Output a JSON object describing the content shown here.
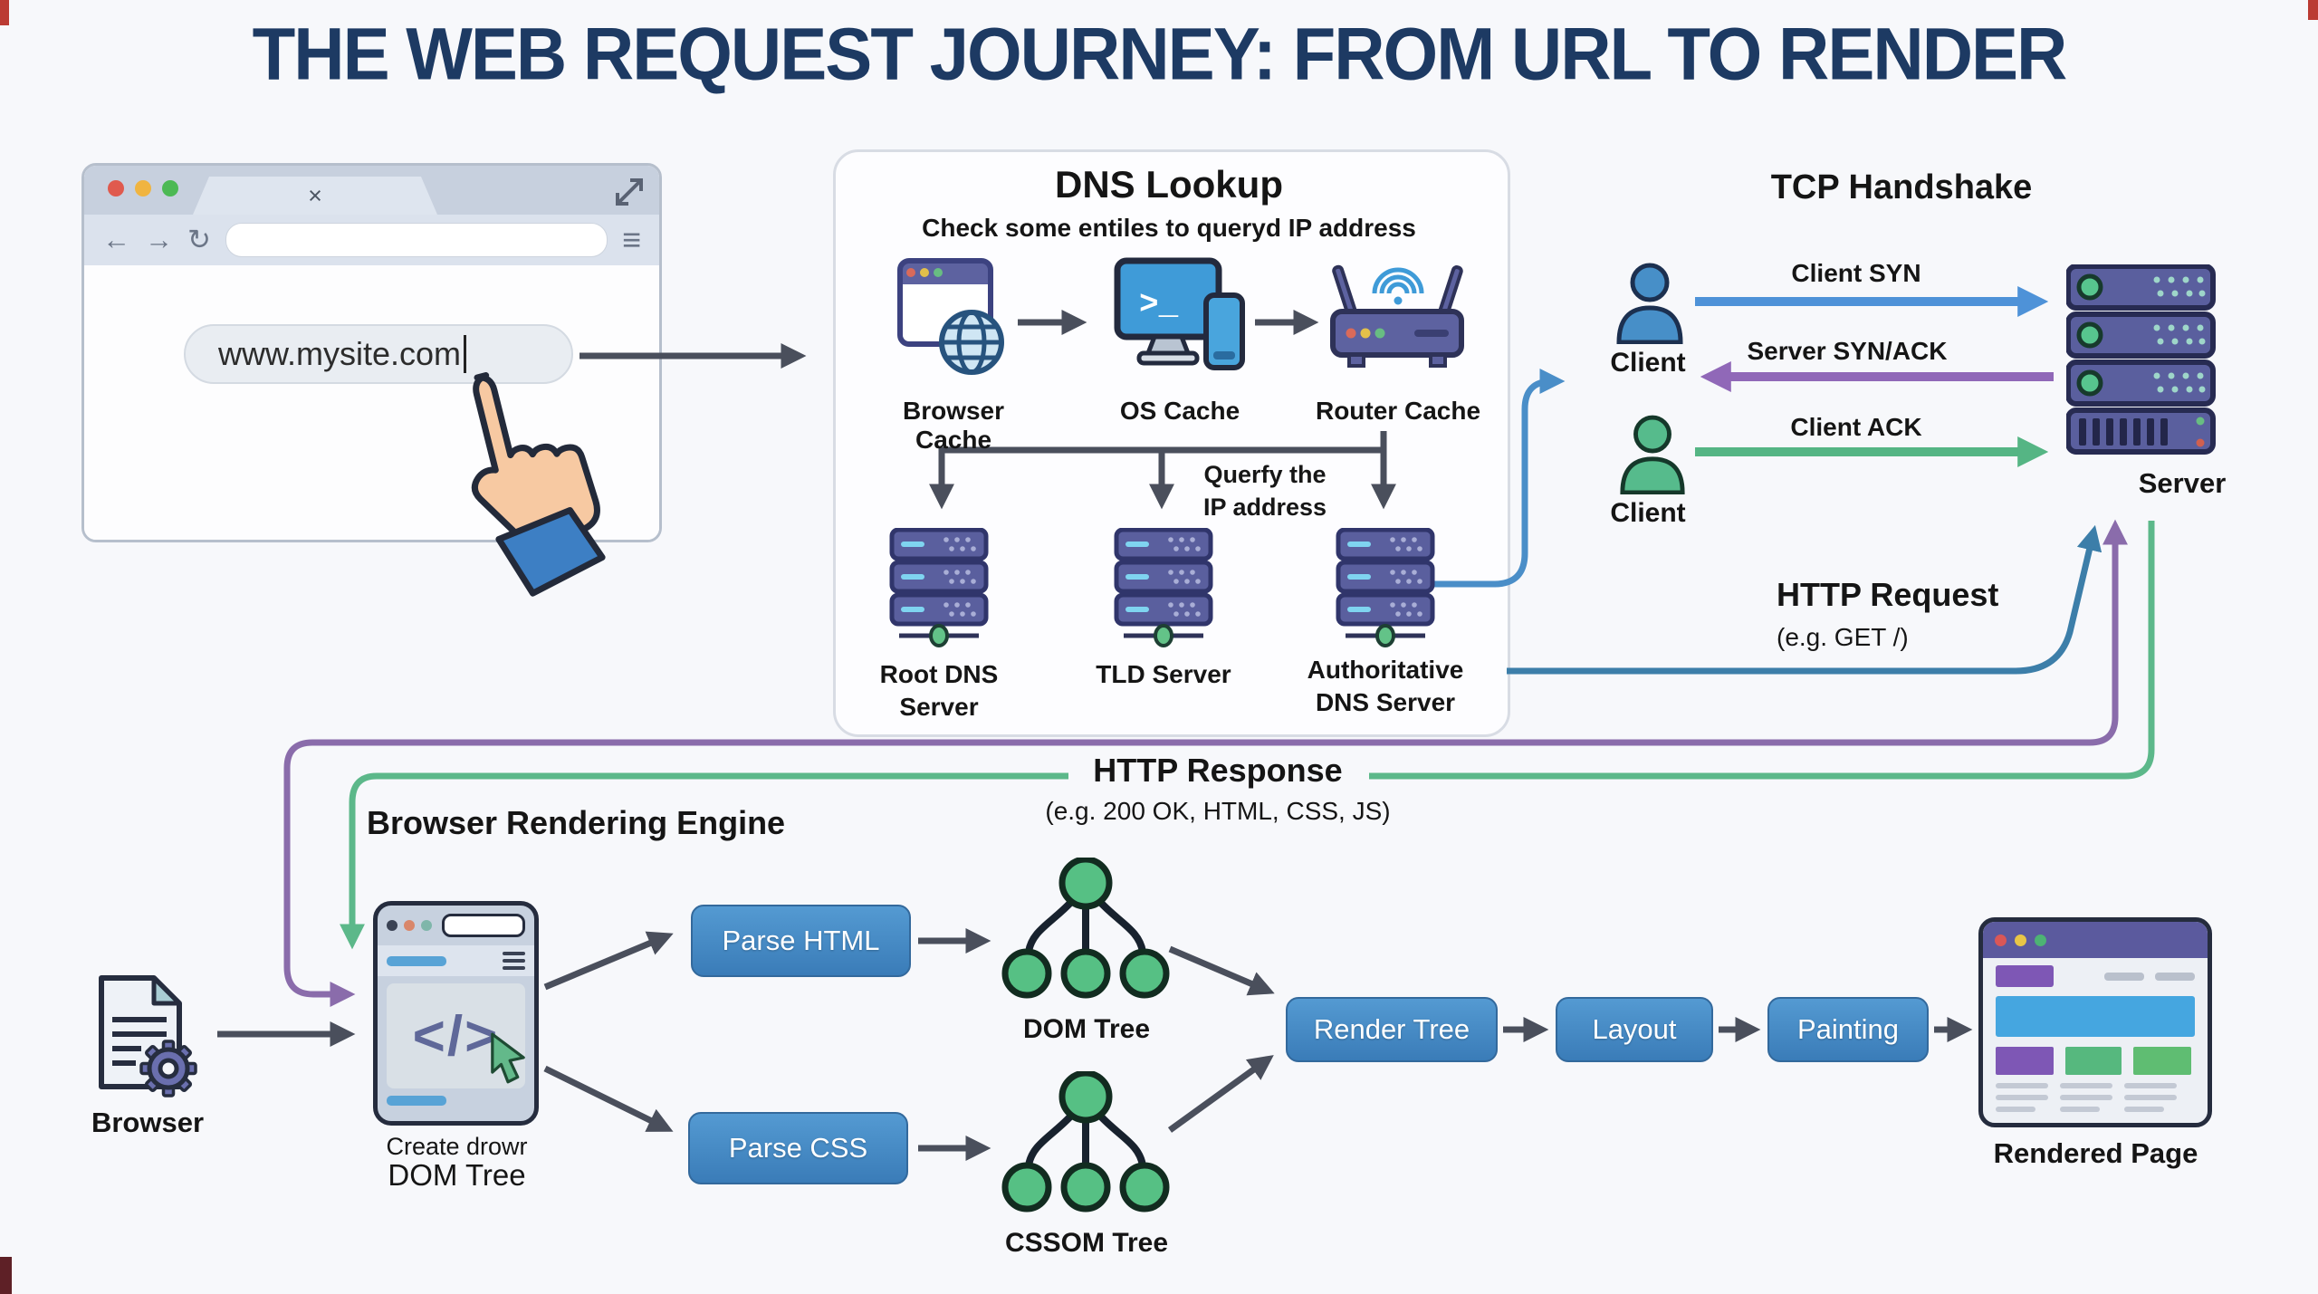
{
  "title": "THE WEB REQUEST JOURNEY: FROM URL TO RENDER",
  "browser_window": {
    "url_value": "www.mysite.com"
  },
  "icons": {
    "close": "×",
    "back": "←",
    "forward": "→",
    "reload": "↻",
    "menu": "≡",
    "terminal": ">_",
    "code": "</>"
  },
  "dns": {
    "title": "DNS Lookup",
    "subtitle": "Check some entiles to queryd IP address",
    "cache_labels": [
      "Browser Cache",
      "OS Cache",
      "Router Cache"
    ],
    "query_line1": "Querfy the",
    "query_line2": "IP address",
    "server_labels": [
      "Root DNS Server",
      "TLD Server"
    ],
    "auth_line1": "Authoritative",
    "auth_line2": "DNS Server"
  },
  "tcp": {
    "title": "TCP Handshake",
    "client_label": "Client",
    "server_label": "Server",
    "syn_label": "Client SYN",
    "synack_label": "Server SYN/ACK",
    "ack_label": "Client ACK"
  },
  "http_request": {
    "title": "HTTP Request",
    "example": "(e.g. GET /)"
  },
  "http_response": {
    "title": "HTTP Response",
    "example": "(e.g. 200 OK, HTML, CSS, JS)"
  },
  "rendering": {
    "title": "Browser Rendering Engine",
    "browser_label": "Browser",
    "create_line1": "Create drowr",
    "create_line2": "DOM Tree",
    "parse_html": "Parse HTML",
    "parse_css": "Parse CSS",
    "dom_tree_label": "DOM Tree",
    "cssom_tree_label": "CSSOM Tree",
    "render_tree": "Render Tree",
    "layout": "Layout",
    "painting": "Painting",
    "rendered_page": "Rendered Page"
  },
  "colors": {
    "title_navy": "#1d3a63",
    "button_blue": "#4089c4",
    "node_green": "#56c084",
    "server_purple": "#5a5f9e",
    "syn_blue": "#4e92d8",
    "synack_purple": "#9068b8",
    "ack_green": "#55b584",
    "request_blue": "#3c7ea9",
    "response_purple": "#8a6cab",
    "response_green": "#5cb88a",
    "dark_line": "#4a4f5c"
  }
}
